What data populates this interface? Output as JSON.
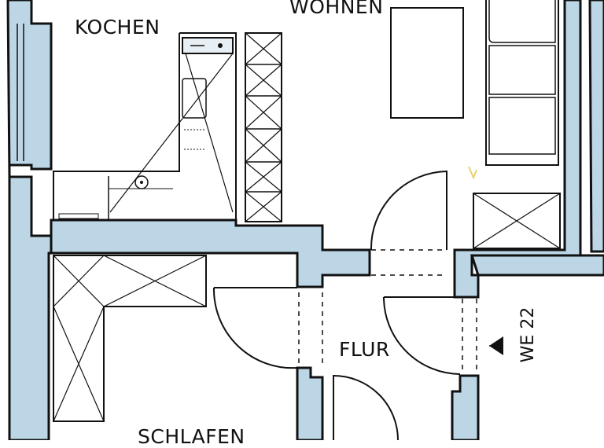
{
  "rooms": {
    "kitchen": "KOCHEN",
    "living": "WOHNEN",
    "hall": "FLUR",
    "bedroom": "SCHLAFEN"
  },
  "unit_label": "WE 22",
  "colors": {
    "wall_fill": "#bcd6e6",
    "line": "#111111",
    "background": "#ffffff"
  },
  "icons": [
    "stove-icon",
    "sink-icon",
    "door-swing-icon",
    "north-arrow-icon"
  ]
}
